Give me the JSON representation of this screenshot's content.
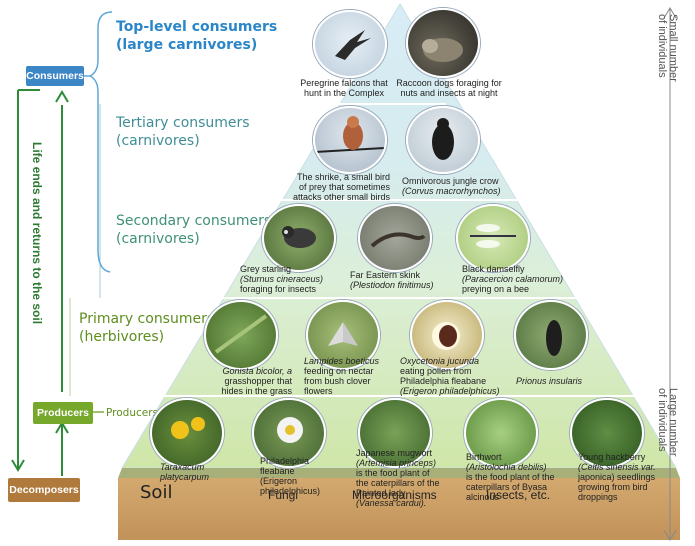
{
  "tiers": {
    "top": {
      "line1": "Top-level consumers",
      "line2": "(large carnivores)"
    },
    "tertiary": {
      "line1": "Tertiary consumers",
      "line2": "(carnivores)"
    },
    "secondary": {
      "line1": "Secondary consumers",
      "line2": "(carnivores)"
    },
    "primary": {
      "line1": "Primary consumers",
      "line2": "(herbivores)"
    },
    "producers_label": "Producers"
  },
  "left_panel": {
    "consumers": "Consumers",
    "producers": "Producers",
    "decomposers": "Decomposers",
    "cycle_text": "Life ends and returns to the soil"
  },
  "right_panel": {
    "small_1": "Small number",
    "small_2": "of individuals",
    "large_1": "Large number",
    "large_2": "of individuals"
  },
  "captions": {
    "falcon": [
      "Peregrine falcons that",
      "hunt in the Complex"
    ],
    "raccoon": [
      "Raccoon dogs foraging for",
      "nuts and insects at night"
    ],
    "shrike": [
      "The shrike, a small bird",
      "of prey that sometimes",
      "attacks other small birds"
    ],
    "crow": [
      "Omnivorous jungle crow",
      "(Corvus macrorhynchos)"
    ],
    "starling": [
      "Grey starling",
      "(Sturnus cineraceus)",
      "foraging for insects"
    ],
    "skink": [
      "Far Eastern skink",
      "(Plestiodon finitimus)"
    ],
    "damselfly": [
      "Black damselfly",
      "(Paracercion calamorum)",
      "preying on a bee"
    ],
    "grasshopper": [
      "Gonista bicolor, a",
      "grasshopper that",
      "hides in the grass"
    ],
    "butterfly": [
      "Lampides boeticus",
      "feeding on nectar",
      "from bush clover",
      "flowers"
    ],
    "beetle": [
      "Oxycetonia jucunda",
      "eating pollen from",
      "Philadelphia fleabane",
      "(Erigeron philadelphicus)"
    ],
    "prionus": [
      "Prionus insularis"
    ],
    "dandelion": [
      "Taraxacum",
      "platycarpum"
    ],
    "fleabane": [
      "Philadelphia",
      "fleabane",
      "(Erigeron",
      "philadelphicus)"
    ],
    "mugwort": [
      "Japanese mugwort",
      "(Artemisia princeps)",
      "is the food plant of",
      "the caterpillars of the",
      "Painted lady",
      "(Vanessa cardui)."
    ],
    "birthwort": [
      "Birthwort",
      "(Aristolochia debilis)",
      "is the food plant of the",
      "caterpillars of Byasa",
      "alcinous"
    ],
    "hackberry": [
      "Young hackberry",
      "(Celtis sinensis var.",
      "japonica) seedlings",
      "growing from bird",
      "droppings"
    ]
  },
  "soil": {
    "soil": "Soil",
    "fungi": "Fungi",
    "microorganisms": "Microorganisms",
    "insects": "Insects, etc."
  },
  "colors": {
    "consumers_box": "#3d86c6",
    "producers_box": "#76a82c",
    "decomposers_box": "#b07a3c",
    "arrow_green": "#2e8b3a",
    "soil": "#c79a63",
    "brace": "#5fa8d8"
  }
}
